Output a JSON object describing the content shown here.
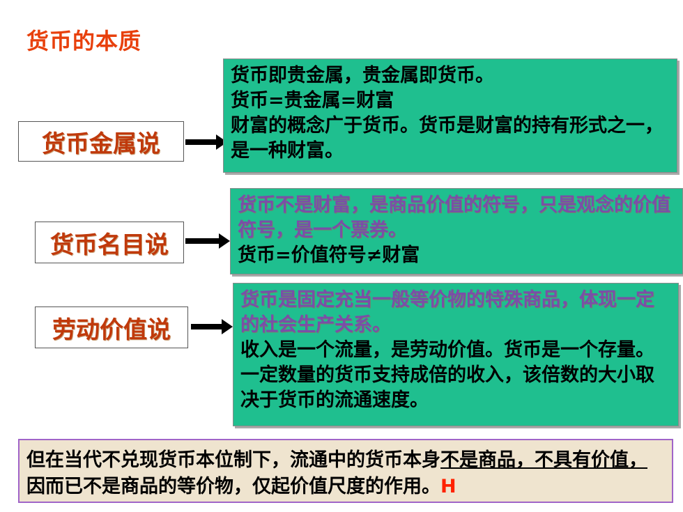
{
  "title": "货币的本质",
  "sections": [
    {
      "label": "货币金属说",
      "lines": [
        "货币即贵金属，贵金属即货币。",
        "货币=贵金属=财富",
        "财富的概念广于货币。货币是财富的持有形式之一，是一种财富。"
      ]
    },
    {
      "label": "货币名目说",
      "muted": "货币不是财富，是商品价值的符号，只是观念的价值符号，是一个票券。",
      "lines": [
        "货币=价值符号≠财富"
      ]
    },
    {
      "label": "劳动价值说",
      "muted": "货币是固定充当一般等价物的特殊商品，体现一定的社会生产关系。",
      "lines": [
        "收入是一个流量，是劳动价值。货币是一个存量。一定数量的货币支持成倍的收入，该倍数的大小取决于货币的流通速度。"
      ]
    }
  ],
  "bottom": {
    "text_before": "但在当代不兑现货币本位制下，流通中的货币本身",
    "underlined": "不是商品，不具有价值，",
    "text_after": "因而已不是商品的等价物，仅起价值尺度的作用。",
    "link": "H"
  }
}
